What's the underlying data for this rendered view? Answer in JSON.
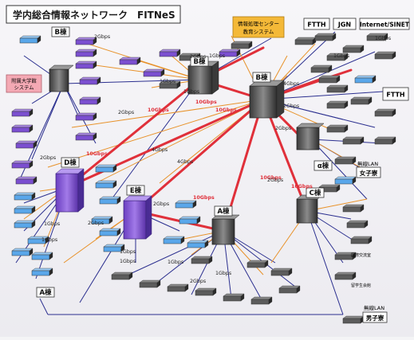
{
  "title": "学内総合情報ネットワーク　FITNeS",
  "colors": {
    "background": "#efeef3",
    "link_10g": "#e0303a",
    "link_2g": "#e8922a",
    "link_1g": "#2b2f8f",
    "tower": "#8a5cd6",
    "switch_blue": "#5aa7ea",
    "switch_purple": "#7b4fd0",
    "switch_gray": "#5c5c5c",
    "center_label": "#f4b938",
    "system_label": "#f4a9b4",
    "building_label": "#ffffff"
  },
  "external_labels": {
    "ftth_top": "FTTH",
    "jgn": "JGN",
    "internet_sinet": "Internet/SINET",
    "ftth_right": "FTTH"
  },
  "center_label": "情報処理センター\n教育システム",
  "system_label": "附属大学館\nシステム",
  "buildings": {
    "b_left": "B棟",
    "b_top1": "B棟",
    "b_top2": "B棟",
    "d": "D棟",
    "e": "E棟",
    "a_mid": "A棟",
    "c": "C棟",
    "a_bottom": "A棟",
    "alpha": "α棟"
  },
  "rooms": {
    "joshiryo": "女子寮",
    "danshiryo": "男子寮"
  },
  "wireless_labels": {
    "joshi": "無線LAN",
    "danshi": "無線LAN"
  },
  "room_labels": {
    "kokusai": "国際交流室",
    "ryugaku": "留学生会館"
  },
  "speed_labels": {
    "s10g_1": "10Gbps",
    "s10g_2": "10Gbps",
    "s10g_3": "10Gbps",
    "s10g_4": "10Gbps",
    "s10g_5": "10Gbps",
    "s10g_6": "10Gbps",
    "s10g_7": "10Gbps",
    "s2g_1": "2Gbps",
    "s2g_2": "2Gbps",
    "s2g_3": "2Gbps",
    "s2g_4": "2Gbps",
    "s2g_5": "2Gbps",
    "s2g_6": "2Gbps",
    "s2g_7": "2Gbps",
    "s2g_8": "2Gbps",
    "s2g_9": "2Gbps",
    "s2g_10": "2Gbps",
    "s1g_1": "1Gbps",
    "s1g_2": "1Gbps",
    "s1g_3": "1Gbps",
    "s1g_4": "1Gbps",
    "s1g_5": "1Gbps",
    "s1g_6": "1Gbps",
    "s1g_7": "1Gbps",
    "s1g_8": "1Gbps",
    "s1g_9": "1Gbps",
    "s1g_10": "1Gbps",
    "s1g_11": "1Gbps",
    "s4g_1": "4Gbps",
    "s4g_2": "4Gbps",
    "s4g_3": "4Gbps"
  }
}
